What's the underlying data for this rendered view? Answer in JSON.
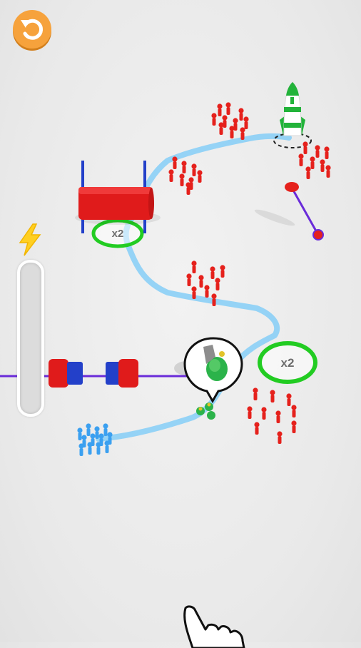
{
  "game": {
    "energy_level": 0.0,
    "multiplier_gates": [
      "x2",
      "x2"
    ],
    "player_crowd_count": 12,
    "enemy_groups": [
      {
        "name": "near-rocket-top",
        "count": 10
      },
      {
        "name": "near-rocket-right",
        "count": 8
      },
      {
        "name": "near-wall",
        "count": 8
      },
      {
        "name": "center",
        "count": 9
      },
      {
        "name": "bottom-right",
        "count": 10
      }
    ],
    "objects": {
      "rocket": "rocket-icon",
      "wall": "red-wall",
      "grenade_pickup": "grenade-icon",
      "pendulum": "pendulum-hammer",
      "crushers": "roller-crusher"
    }
  },
  "icons": {
    "restart": "restart-icon",
    "energy": "lightning-icon",
    "hint": "pointing-hand-icon"
  },
  "colors": {
    "player": "#3ba0f0",
    "enemy": "#e5211c",
    "path": "#8fd1f5",
    "gate": "#22cc22",
    "rocket": "#22b33a",
    "accent": "#f6a23c",
    "energy": "#ffcf21"
  }
}
